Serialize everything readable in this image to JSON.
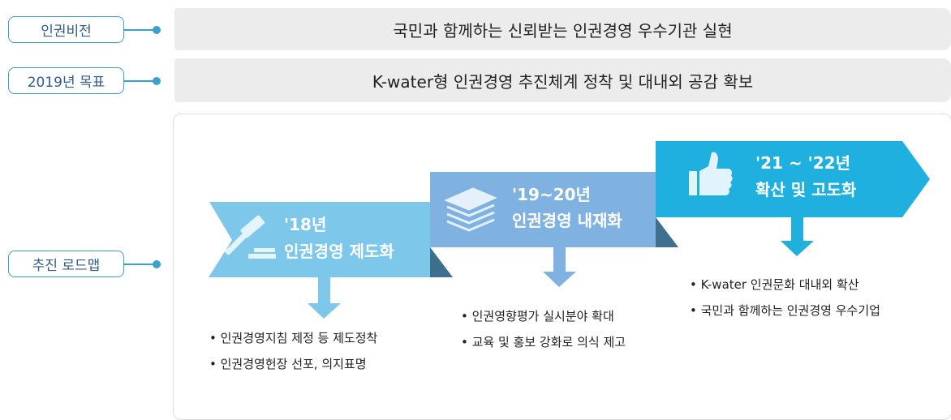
{
  "rows": [
    {
      "label": "인권비전",
      "text": "국민과 함께하는 신뢰받는 인권경영 우수기관 실현"
    },
    {
      "label": "2019년 목표",
      "text": "K-water형 인권경영 추진체계 정착 및 대내외 공감 확보"
    },
    {
      "label": "추진 로드맵"
    }
  ],
  "stages": [
    {
      "period": "'18년",
      "title": "인권경영 제도화",
      "icon": "gavel-icon",
      "color": "#7dc8ea",
      "bullets": [
        "인권경영지침 제정 등 제도정착",
        "인권경영헌장 선포, 의지표명"
      ]
    },
    {
      "period": "'19~20년",
      "title": "인권경영 내재화",
      "icon": "books-icon",
      "color": "#7fb2e0",
      "bullets": [
        "인권영향평가 실시분야 확대",
        "교육 및 홍보 강화로 의식 제고"
      ]
    },
    {
      "period": "'21 ~ '22년",
      "title": "확산 및 고도화",
      "icon": "thumbs-up-icon",
      "color": "#1fb0df",
      "bullets": [
        "K-water 인권문화 대내외 확산",
        "국민과 함께하는 인권경영 우수기업"
      ]
    }
  ],
  "colors": {
    "accent": "#3aa0cc",
    "banner_bg": "#ececec",
    "shadow": "#3e6f8c"
  }
}
